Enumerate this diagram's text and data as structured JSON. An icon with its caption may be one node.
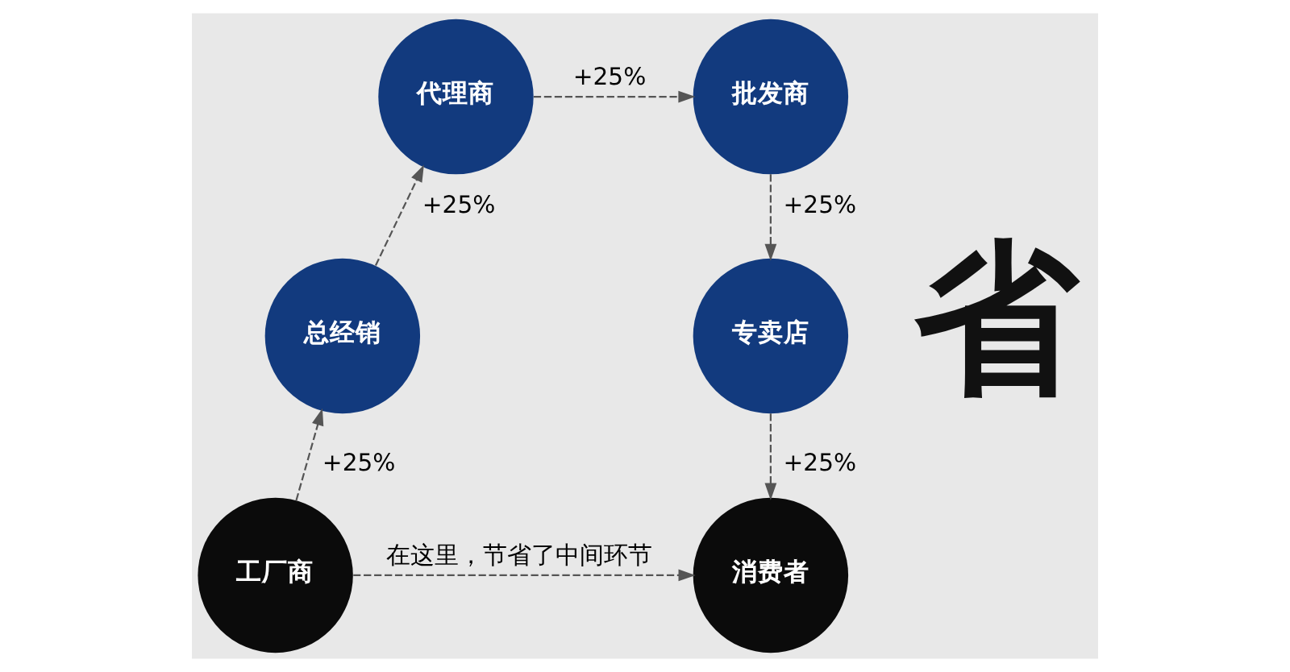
{
  "diagram": {
    "nodes": [
      {
        "text": [
          "工厂商"
        ]
      },
      {
        "text": [
          "总经销"
        ]
      },
      {
        "text": [
          "代理商"
        ]
      },
      {
        "text": [
          "批发商"
        ]
      },
      {
        "text": [
          "专卖店"
        ]
      },
      {
        "text": [
          "消费者"
        ]
      }
    ],
    "edges": [
      {
        "from": 0,
        "to": 1,
        "arrow": "to",
        "label": "+25%",
        "style": "dashed"
      },
      {
        "from": 1,
        "to": 2,
        "arrow": "to",
        "label": "+25%",
        "style": "dashed"
      },
      {
        "from": 2,
        "to": 3,
        "arrow": "to",
        "label": "+25%",
        "style": "dashed"
      },
      {
        "from": 3,
        "to": 4,
        "arrow": "to",
        "label": "+25%",
        "style": "dashed"
      },
      {
        "from": 4,
        "to": 5,
        "arrow": "to",
        "label": "+25%",
        "style": "dashed"
      },
      {
        "from": 0,
        "to": 5,
        "arrow": "to",
        "label": "在这里，节省了中间环节",
        "style": "dashed"
      }
    ],
    "labels": [
      "省"
    ]
  }
}
